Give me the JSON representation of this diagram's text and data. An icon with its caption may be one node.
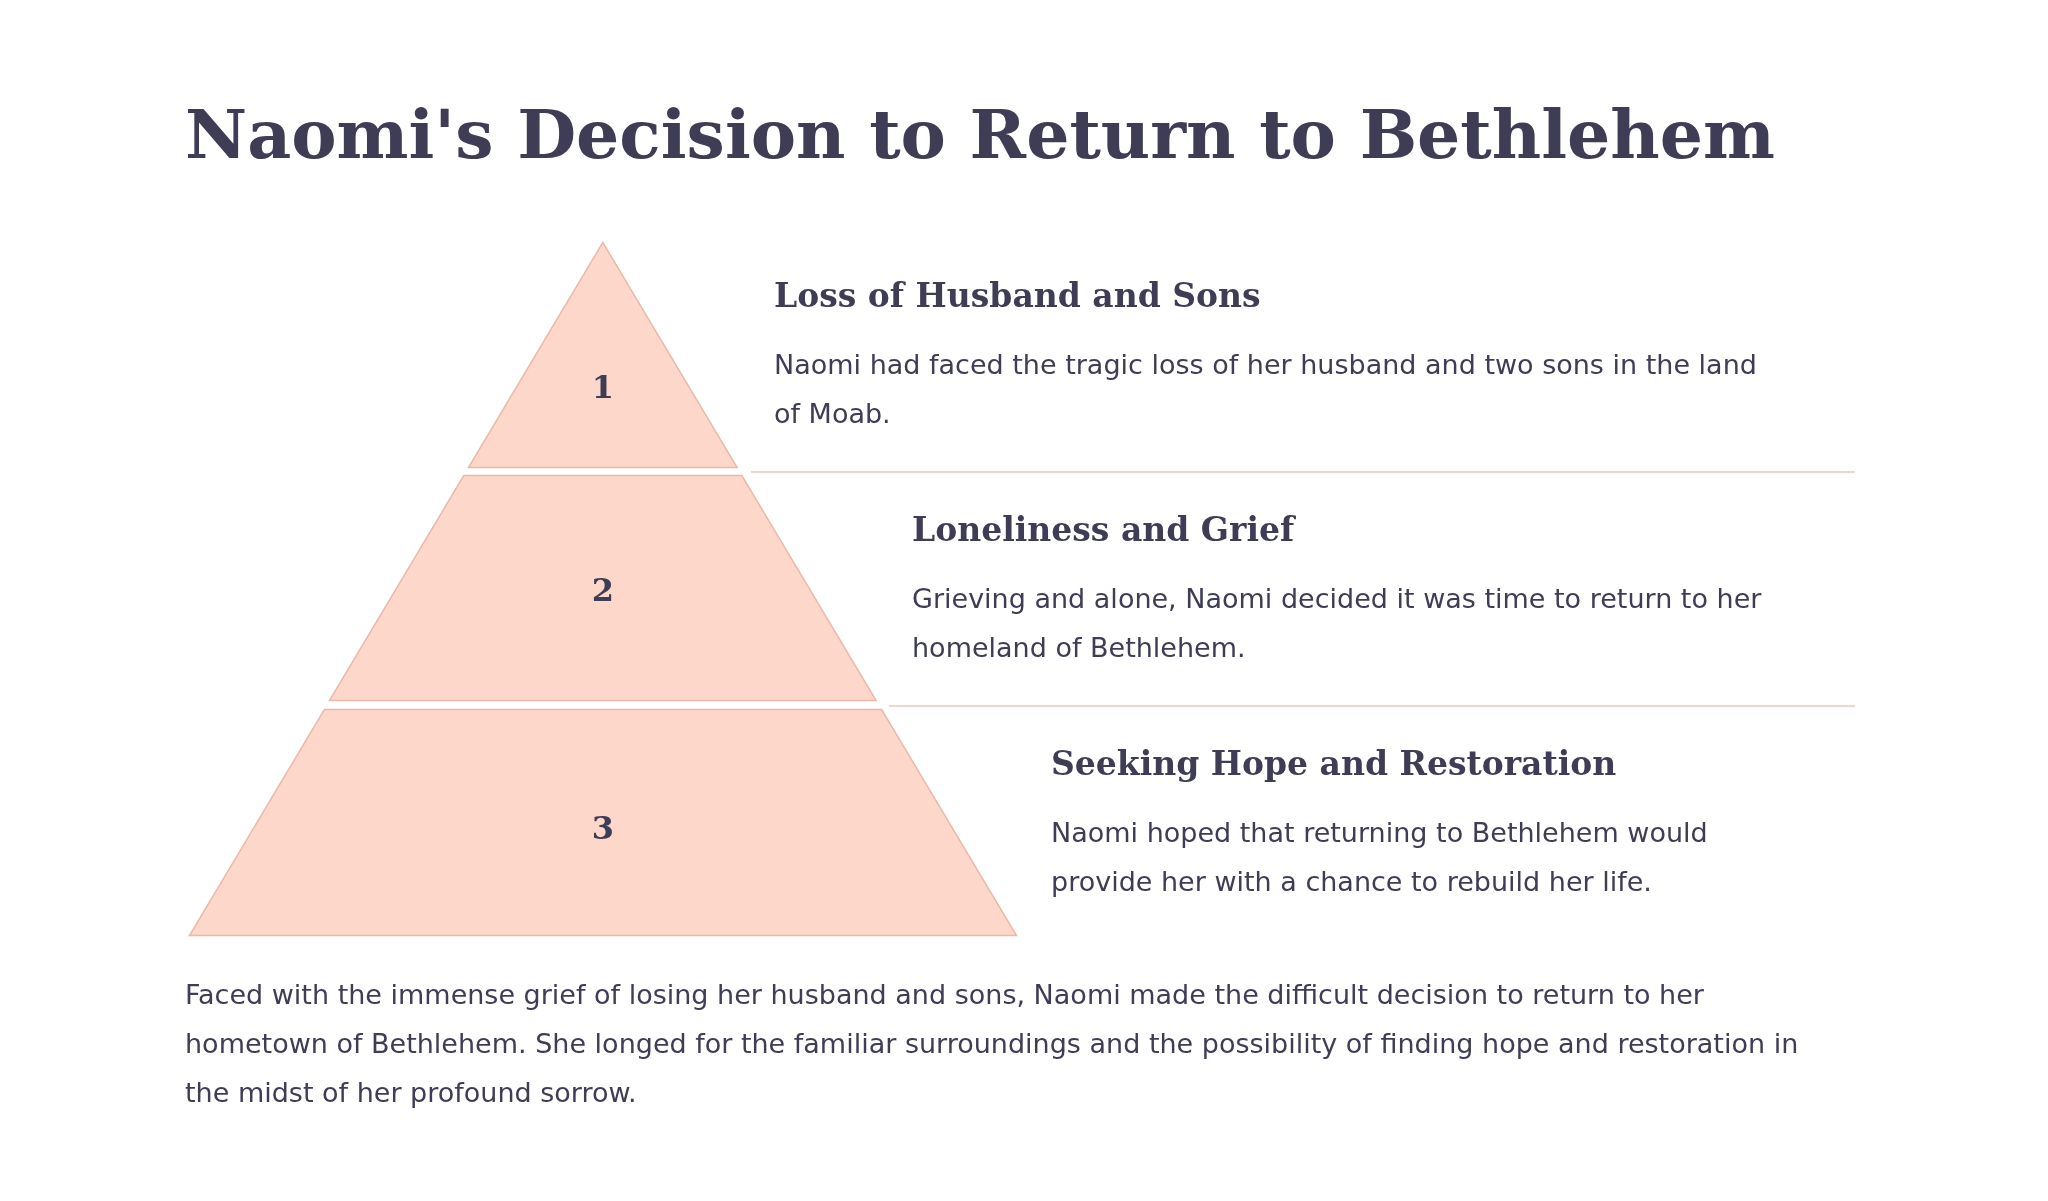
{
  "diagram": {
    "title": "Naomi's Decision to Return to Bethlehem",
    "nodes": [
      {
        "text": [
          "1"
        ],
        "beside": [
          "Loss of Husband and Sons",
          "Naomi had faced the tragic loss of her husband and two sons in the land of Moab."
        ]
      },
      {
        "text": [
          "2"
        ],
        "beside": [
          "Loneliness and Grief",
          "Grieving and alone, Naomi decided it was time to return to her homeland of Bethlehem."
        ]
      },
      {
        "text": [
          "3"
        ],
        "beside": [
          "Seeking Hope and Restoration",
          "Naomi hoped that returning to Bethlehem would provide her with a chance to rebuild her life."
        ]
      }
    ],
    "caption": "Faced with the immense grief of losing her husband and sons, Naomi made the difficult decision to return to her hometown of Bethlehem. She longed for the familiar surroundings and the possibility of finding hope and restoration in the midst of her profound sorrow."
  }
}
